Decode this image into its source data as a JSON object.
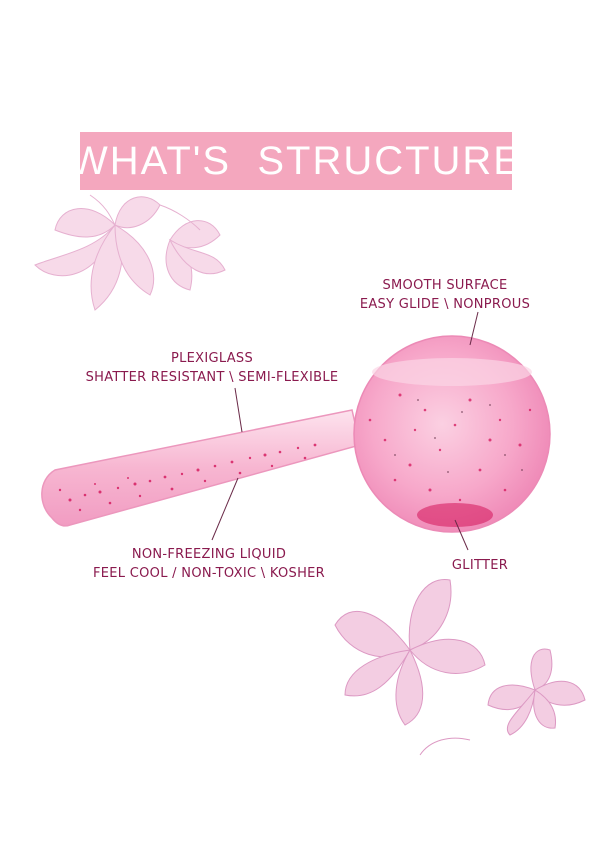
{
  "banner": {
    "title": "WHAT'S  STRUCTURE"
  },
  "labels": {
    "surface": {
      "line1": "SMOOTH SURFACE",
      "line2": "EASY GLIDE \\ NONPROUS"
    },
    "plexiglass": {
      "line1": "PLEXIGLASS",
      "line2": "SHATTER RESISTANT \\ SEMI-FLEXIBLE"
    },
    "liquid": {
      "line1": "NON-FREEZING LIQUID",
      "line2": "FEEL COOL / NON-TOXIC \\ KOSHER"
    },
    "glitter": {
      "line1": "GLITTER"
    }
  },
  "colors": {
    "banner": "#f4a7be",
    "label_text": "#8a1a4e",
    "globe": "#f59fc4",
    "glitter": "#d4145a",
    "flower": "#e9a6cf"
  }
}
